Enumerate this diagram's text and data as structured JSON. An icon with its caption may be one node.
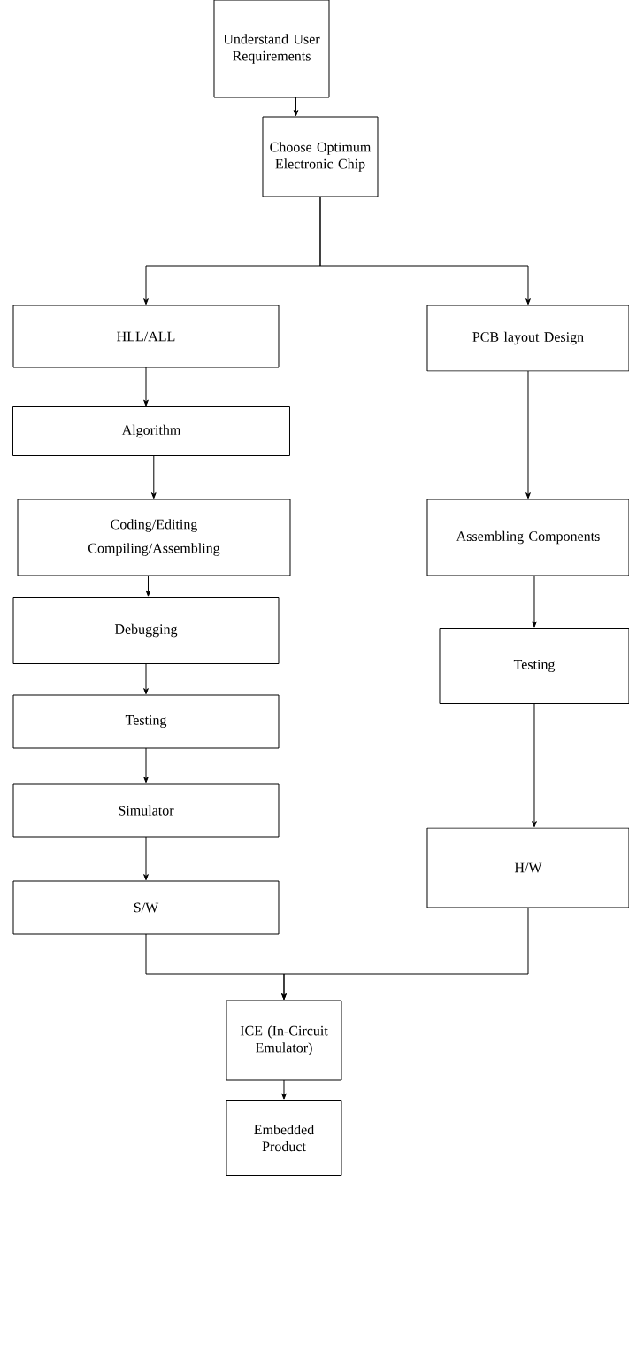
{
  "diagram": {
    "nodes": [
      {
        "text": [
          "Understand User Requirements"
        ]
      },
      {
        "text": [
          "Choose Optimum Electronic Chip"
        ]
      },
      {
        "text": [
          "HLL/ALL"
        ]
      },
      {
        "text": [
          "PCB layout Design"
        ]
      },
      {
        "text": [
          "Algorithm"
        ]
      },
      {
        "text": [
          "Coding/Editing",
          "Compiling/Assembling"
        ]
      },
      {
        "text": [
          "Debugging"
        ]
      },
      {
        "text": [
          "Testing"
        ]
      },
      {
        "text": [
          "Simulator"
        ]
      },
      {
        "text": [
          "S/W"
        ]
      },
      {
        "text": [
          "Assembling Components"
        ]
      },
      {
        "text": [
          "Testing"
        ]
      },
      {
        "text": [
          "H/W"
        ]
      },
      {
        "text": [
          "ICE (In-Circuit Emulator)"
        ]
      },
      {
        "text": [
          "Embedded Product"
        ]
      }
    ],
    "edges": [
      {
        "from": 0,
        "to": 1,
        "arrow": "to"
      },
      {
        "from": 1,
        "to": 2,
        "arrow": "to"
      },
      {
        "from": 1,
        "to": 3,
        "arrow": "to"
      },
      {
        "from": 2,
        "to": 4,
        "arrow": "to"
      },
      {
        "from": 4,
        "to": 5,
        "arrow": "to"
      },
      {
        "from": 5,
        "to": 6,
        "arrow": "to"
      },
      {
        "from": 6,
        "to": 7,
        "arrow": "to"
      },
      {
        "from": 7,
        "to": 8,
        "arrow": "to"
      },
      {
        "from": 8,
        "to": 9,
        "arrow": "to"
      },
      {
        "from": 3,
        "to": 10,
        "arrow": "to"
      },
      {
        "from": 10,
        "to": 11,
        "arrow": "to"
      },
      {
        "from": 11,
        "to": 12,
        "arrow": "to"
      },
      {
        "from": 9,
        "to": 13,
        "arrow": "to"
      },
      {
        "from": 12,
        "to": 13,
        "arrow": "to"
      },
      {
        "from": 13,
        "to": 14,
        "arrow": "to"
      }
    ]
  }
}
